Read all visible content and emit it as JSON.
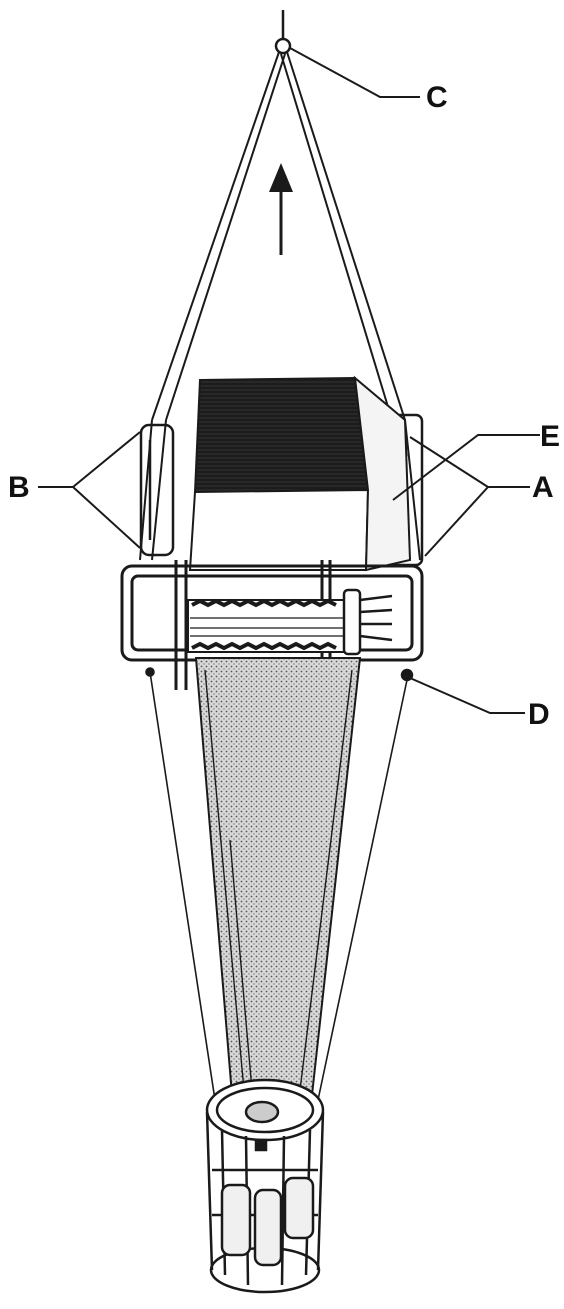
{
  "figure": {
    "labels": {
      "a": "A",
      "b": "B",
      "c": "C",
      "d": "D",
      "e": "E"
    },
    "ink_color": "#1a1a1a",
    "net_shade_color": "#bdbdbd",
    "dark_panel_color": "#1c1c1c"
  }
}
